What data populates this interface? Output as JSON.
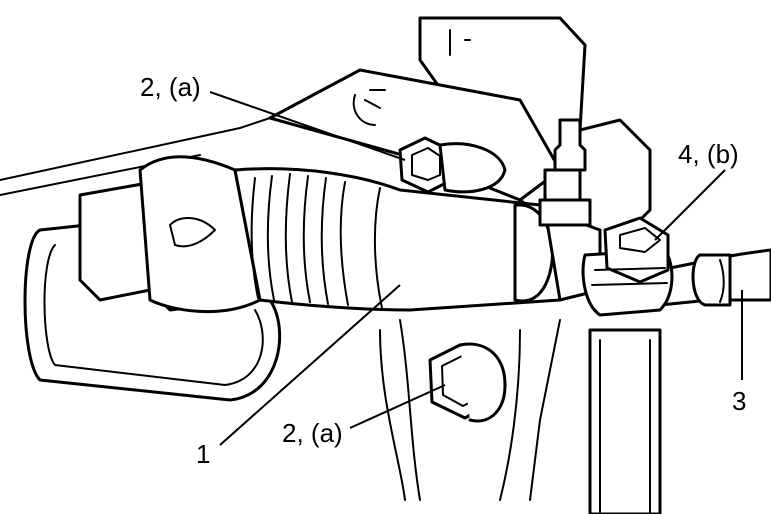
{
  "callouts": {
    "bolt_upper": "2, (a)",
    "bolt_lower": "2, (a)",
    "fitting": "4, (b)",
    "cylinder": "1",
    "pipe": "3"
  },
  "colors": {
    "line": "#000000",
    "background": "#ffffff"
  }
}
